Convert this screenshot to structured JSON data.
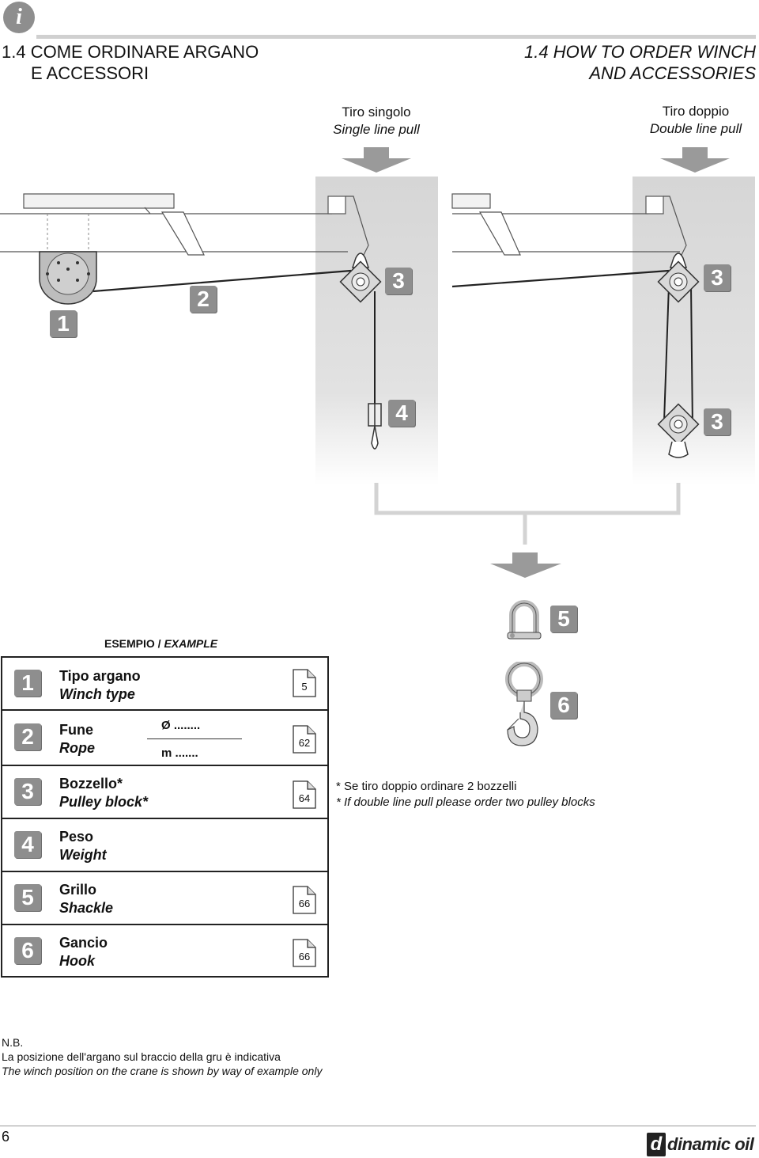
{
  "header": {
    "info_icon": "info-icon",
    "title_it_line1": "1.4  COME ORDINARE ARGANO",
    "title_it_line2": "E ACCESSORI",
    "title_en_line1": "1.4  HOW TO ORDER WINCH",
    "title_en_line2": "AND ACCESSORIES"
  },
  "columns": {
    "single_it": "Tiro singolo",
    "single_en": "Single line pull",
    "double_it": "Tiro doppio",
    "double_en": "Double line pull"
  },
  "diagram_badges": {
    "b1": "1",
    "b2": "2",
    "b3a": "3",
    "b4": "4",
    "b3b": "3",
    "b3c": "3",
    "b5": "5",
    "b6": "6"
  },
  "example": {
    "heading_it": "ESEMPIO / ",
    "heading_en": "EXAMPLE"
  },
  "table": {
    "rows": [
      {
        "num": "1",
        "it": "Tipo argano",
        "en": "Winch type",
        "page": "5"
      },
      {
        "num": "2",
        "it": "Fune",
        "en": "Rope",
        "page": "62",
        "diam": "Ø ........",
        "len": "m ......."
      },
      {
        "num": "3",
        "it": "Bozzello*",
        "en": "Pulley block*",
        "page": "64"
      },
      {
        "num": "4",
        "it": "Peso",
        "en": "Weight",
        "page": ""
      },
      {
        "num": "5",
        "it": "Grillo",
        "en": "Shackle",
        "page": "66"
      },
      {
        "num": "6",
        "it": "Gancio",
        "en": "Hook",
        "page": "66"
      }
    ]
  },
  "note_pulley": {
    "it": "* Se tiro doppio ordinare 2 bozzelli",
    "en": "* If double line pull please order two pulley blocks"
  },
  "nb": {
    "label": "N.B.",
    "it": "La posizione dell'argano sul braccio della gru è indicativa",
    "en": "The winch position on the crane is shown by way of example only"
  },
  "footer": {
    "page_number": "6",
    "logo_text": "dinamic oil",
    "logo_letter": "d"
  },
  "colors": {
    "badge": "#8e8e8e",
    "panel": "#d9d9d9",
    "arrow": "#9a9a9a"
  }
}
